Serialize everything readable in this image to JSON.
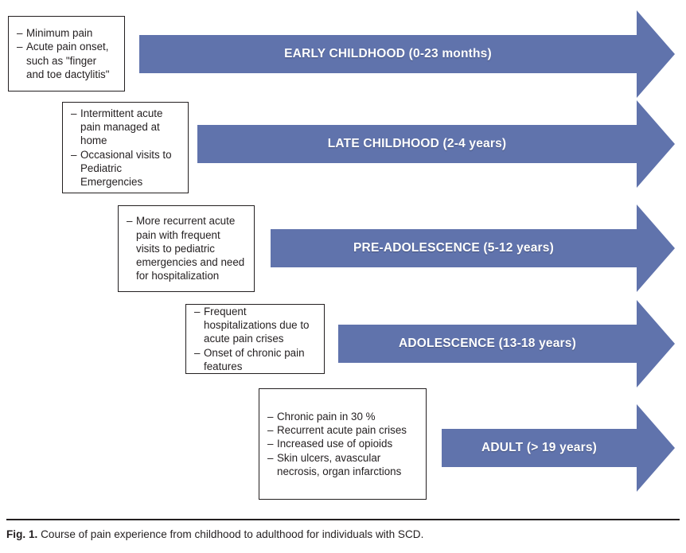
{
  "figure": {
    "caption_label": "Fig. 1.",
    "caption_text": "Course of pain experience from childhood to adulthood for individuals with SCD.",
    "arrow_color": "#6073AC",
    "arrow_label_color": "#FFFFFF",
    "box_border_color": "#231F20",
    "background_color": "#FFFFFF"
  },
  "stages": [
    {
      "id": "early-childhood",
      "arrow_label": "EARLY CHILDHOOD (0-23 months)",
      "bullets": [
        "Minimum pain",
        "Acute pain onset, such as \"finger and toe dactylitis\""
      ]
    },
    {
      "id": "late-childhood",
      "arrow_label": "LATE CHILDHOOD (2-4 years)",
      "bullets": [
        "Intermittent acute pain managed at home",
        "Occasional visits to Pediatric Emergencies"
      ]
    },
    {
      "id": "pre-adolescence",
      "arrow_label": "PRE-ADOLESCENCE (5-12 years)",
      "bullets": [
        "More recurrent acute pain with frequent visits to pediatric emergencies and need for hospitalization"
      ]
    },
    {
      "id": "adolescence",
      "arrow_label": "ADOLESCENCE (13-18 years)",
      "bullets": [
        "Frequent hospitalizations due to acute pain crises",
        "Onset of chronic pain features"
      ]
    },
    {
      "id": "adult",
      "arrow_label": "ADULT (> 19 years)",
      "bullets": [
        "Chronic pain in 30 %",
        "Recurrent acute pain crises",
        "Increased use of opioids",
        "Skin ulcers, avascular necrosis, organ infarctions"
      ]
    }
  ]
}
